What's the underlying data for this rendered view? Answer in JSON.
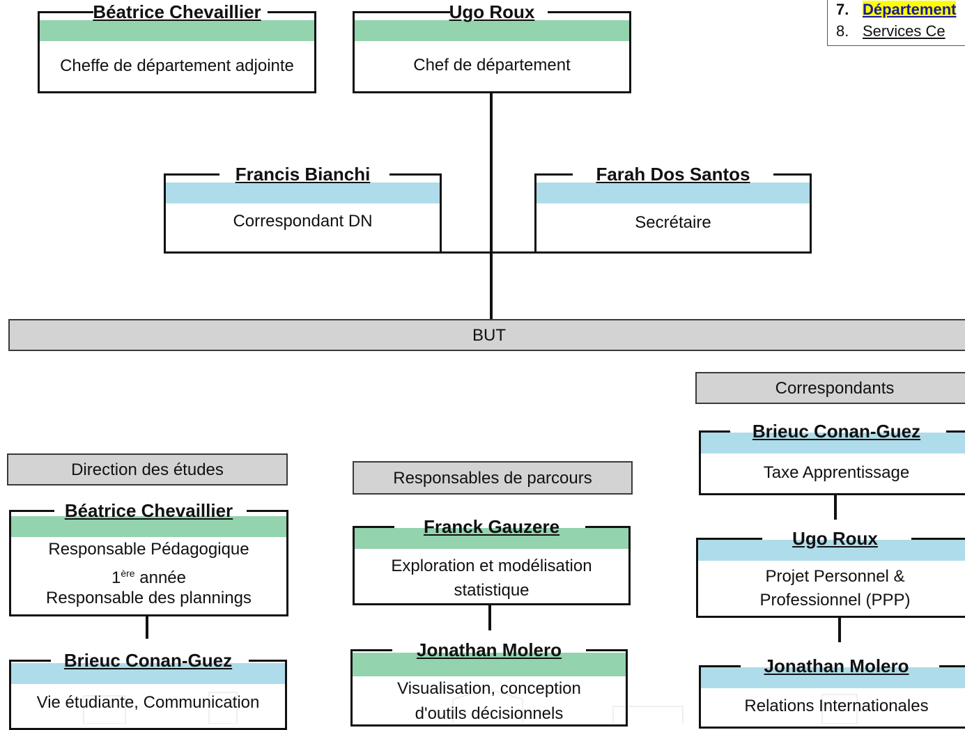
{
  "nav_list": {
    "items": [
      {
        "num": "7.",
        "label": "Département",
        "highlighted": true
      },
      {
        "num": "8.",
        "label": "Services Ce",
        "highlighted": false
      }
    ]
  },
  "top": {
    "deputy": {
      "name": "Béatrice Chevaillier",
      "role": "Cheffe de département adjointe"
    },
    "head": {
      "name": "Ugo Roux",
      "role": "Chef de département"
    },
    "dn": {
      "name": "Francis Bianchi",
      "role": "Correspondant DN"
    },
    "secretary": {
      "name": "Farah Dos Santos",
      "role": "Secrétaire"
    }
  },
  "but_label": "BUT",
  "studies": {
    "title": "Direction des études",
    "p1": {
      "name": "Béatrice Chevaillier",
      "role_line1": "Responsable Pédagogique",
      "role_line2_num": "1",
      "role_line2_sup": "ère",
      "role_line2_rest": " année",
      "role_line3": "Responsable des plannings"
    },
    "p2": {
      "name": "Brieuc Conan-Guez",
      "role": "Vie étudiante, Communication"
    }
  },
  "tracks": {
    "title": "Responsables de parcours",
    "p1": {
      "name": "Franck Gauzere",
      "role_line1": "Exploration et modélisation",
      "role_line2": "statistique"
    },
    "p2": {
      "name": "Jonathan Molero",
      "role_line1": "Visualisation, conception",
      "role_line2": "d'outils décisionnels"
    }
  },
  "correspondents": {
    "title": "Correspondants",
    "p1": {
      "name": "Brieuc Conan-Guez",
      "role": "Taxe Apprentissage"
    },
    "p2": {
      "name": "Ugo Roux",
      "role_line1": "Projet Personnel &",
      "role_line2": "Professionnel (PPP)"
    },
    "p3": {
      "name": "Jonathan Molero",
      "role": "Relations Internationales"
    }
  },
  "colors": {
    "green_band": "#93d3ae",
    "blue_band": "#aedcea",
    "section_gray": "#d4d3d3",
    "highlight": "#ffff00"
  }
}
